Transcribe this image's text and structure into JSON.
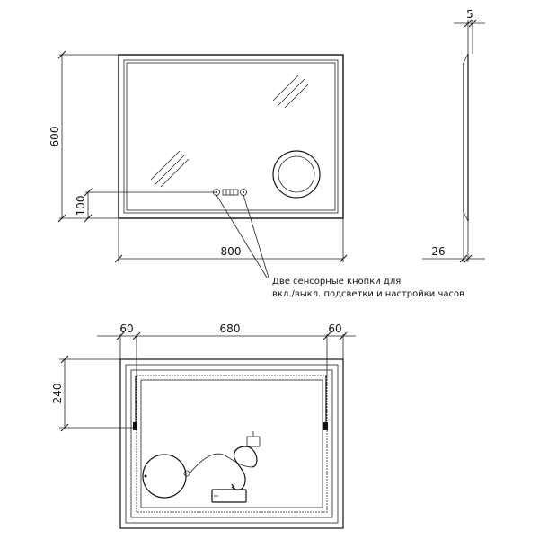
{
  "front_view": {
    "dim_height": "600",
    "dim_width": "800",
    "dim_button_offset": "100"
  },
  "side_view": {
    "dim_thickness_top": "5",
    "dim_depth": "26"
  },
  "callout": {
    "line1": "Две сенсорные кнопки для",
    "line2": "вкл./выкл. подсветки и настройки часов"
  },
  "back_view": {
    "dim_left": "60",
    "dim_middle": "680",
    "dim_right": "60",
    "dim_mount_height": "240"
  }
}
